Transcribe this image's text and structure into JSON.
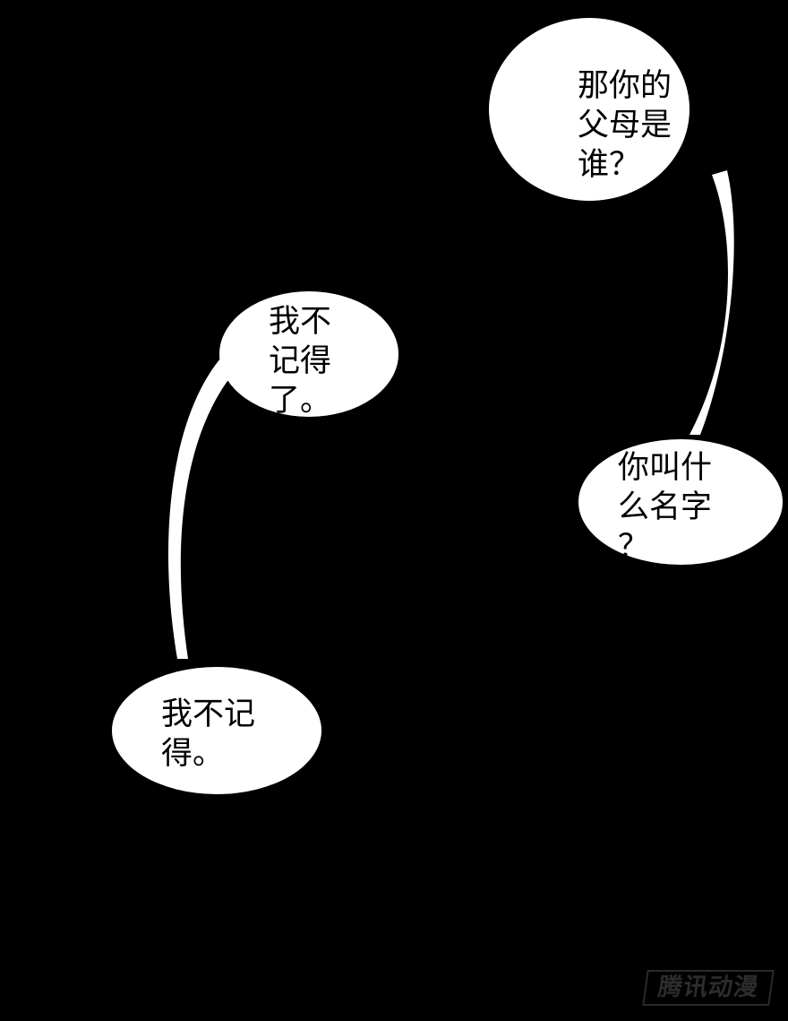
{
  "bubbles": [
    {
      "lines": [
        "那你的",
        "父母是",
        "谁？"
      ]
    },
    {
      "lines": [
        "我不",
        "记得",
        "了。"
      ]
    },
    {
      "lines": [
        "你叫什",
        "么名字",
        "？"
      ]
    },
    {
      "lines": [
        "我不记",
        "得。"
      ]
    }
  ],
  "watermark": "腾讯动漫",
  "colors": {
    "background": "#000000",
    "bubble": "#ffffff",
    "text": "#000000"
  }
}
